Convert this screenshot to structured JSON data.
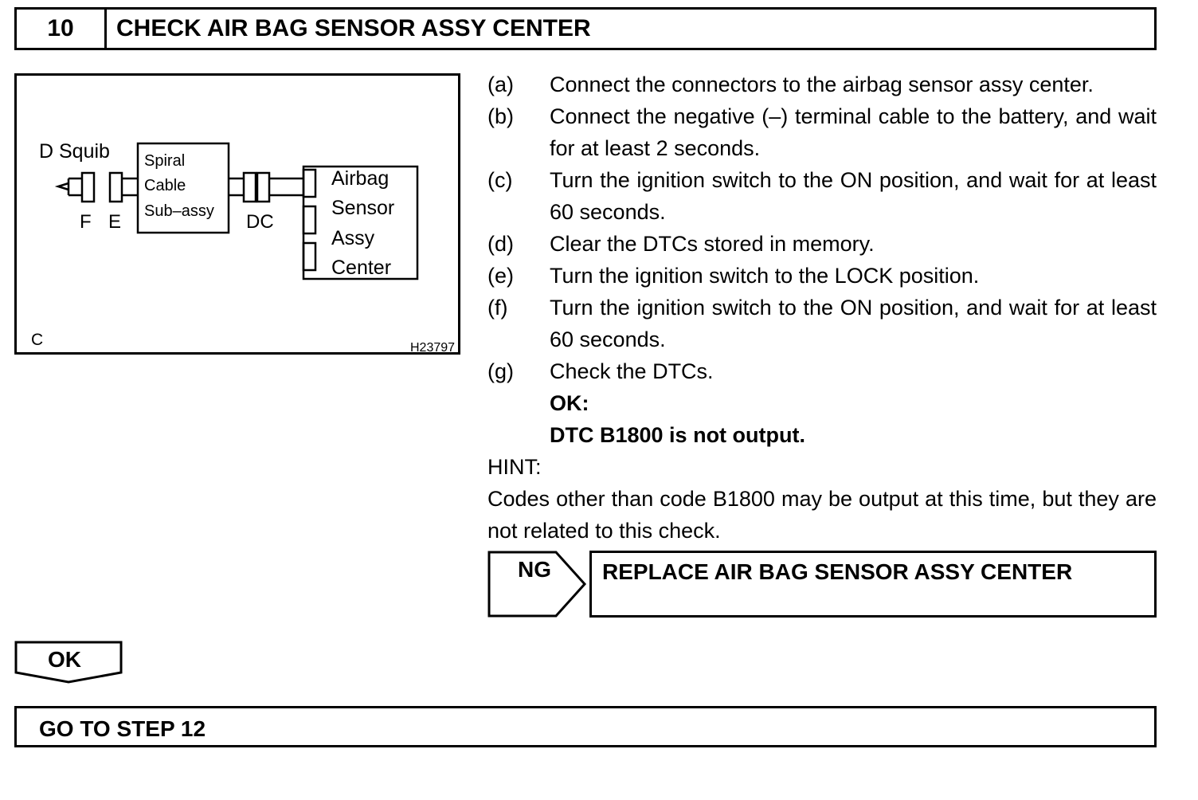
{
  "header": {
    "step_number": "10",
    "title": "CHECK AIR BAG SENSOR ASSY CENTER"
  },
  "figure": {
    "labels": {
      "d_squib": "D Squib",
      "spiral_line1": "Spiral",
      "spiral_line2": "Cable",
      "spiral_line3": "Sub–assy",
      "f": "F",
      "e": "E",
      "dc": "DC",
      "airbag_line1": "Airbag",
      "airbag_line2": "Sensor",
      "airbag_line3": "Assy",
      "airbag_line4": "Center",
      "corner_c": "C",
      "figure_id": "H23797"
    }
  },
  "instructions": {
    "steps": [
      {
        "letter": "(a)",
        "text": "Connect the connectors to the airbag sensor assy center."
      },
      {
        "letter": "(b)",
        "text": "Connect the negative (–) terminal cable to the battery, and wait for at least 2 seconds."
      },
      {
        "letter": "(c)",
        "text": "Turn the ignition switch to the ON position, and wait for at least 60 seconds."
      },
      {
        "letter": "(d)",
        "text": "Clear the DTCs stored in memory."
      },
      {
        "letter": "(e)",
        "text": "Turn the ignition switch to the LOCK position."
      },
      {
        "letter": "(f)",
        "text": "Turn the ignition switch to the ON position, and wait for at least 60 seconds."
      },
      {
        "letter": "(g)",
        "text": "Check the DTCs."
      }
    ],
    "ok_label": "OK:",
    "ok_condition": "DTC B1800 is not output.",
    "hint_label": "HINT:",
    "hint_text": "Codes other than code B1800 may be output at this time, but they are not related to this check."
  },
  "ng_branch": {
    "label": "NG",
    "action": "REPLACE AIR BAG SENSOR ASSY CENTER"
  },
  "ok_branch": {
    "label": "OK",
    "action": "GO TO STEP 12"
  }
}
